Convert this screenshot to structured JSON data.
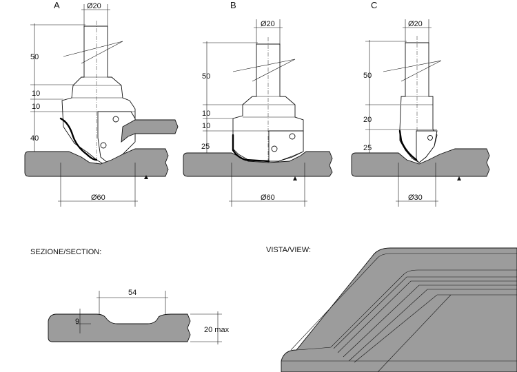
{
  "views": [
    {
      "letter": "A",
      "shank_dia": "Ø20",
      "dims": [
        "50",
        "10",
        "10",
        "40"
      ],
      "cut_dia": "Ø60"
    },
    {
      "letter": "B",
      "shank_dia": "Ø20",
      "dims": [
        "50",
        "10",
        "10",
        "25"
      ],
      "cut_dia": "Ø60"
    },
    {
      "letter": "C",
      "shank_dia": "Ø20",
      "dims": [
        "50",
        "20",
        "25"
      ],
      "cut_dia": "Ø30"
    }
  ],
  "section": {
    "title": "SEZIONE/SECTION:",
    "width": "54",
    "depth": "9",
    "thickness": "20 max"
  },
  "view3d": {
    "title": "VISTA/VIEW:"
  }
}
